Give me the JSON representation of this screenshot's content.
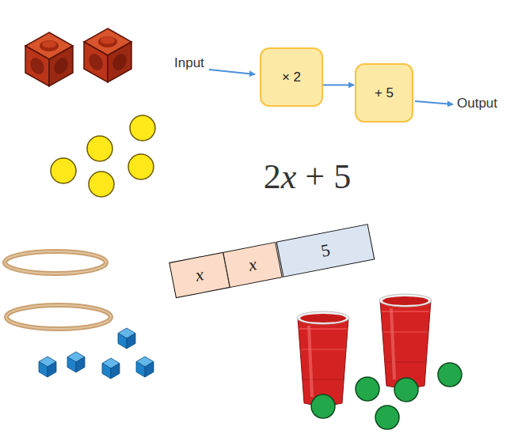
{
  "diagram": {
    "nodes": [
      {
        "text": [
          "× 2"
        ]
      },
      {
        "text": [
          "+ 5"
        ]
      },
      {
        "text": [
          "x"
        ]
      },
      {
        "text": [
          "x"
        ]
      },
      {
        "text": [
          "5"
        ]
      }
    ],
    "edges": [
      {
        "from": 0,
        "to": 1,
        "arrow": "to"
      }
    ],
    "labels": [
      "Input",
      "Output",
      "2x + 5"
    ]
  }
}
